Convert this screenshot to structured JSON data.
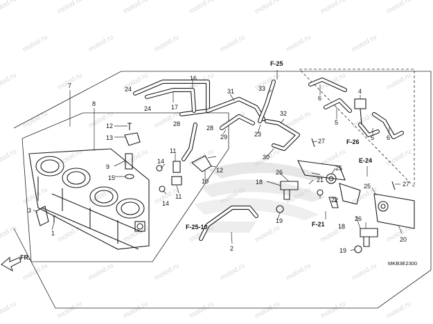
{
  "diagram": {
    "part_callouts": [
      "1",
      "2",
      "3",
      "4",
      "5",
      "6",
      "7",
      "8",
      "9",
      "10",
      "11",
      "12",
      "13",
      "14",
      "15",
      "16",
      "17",
      "18",
      "19",
      "20",
      "21",
      "22",
      "23",
      "24",
      "25",
      "26",
      "27",
      "28",
      "29",
      "30",
      "31",
      "32",
      "33"
    ],
    "reference_labels": [
      "F-25",
      "F-26",
      "E-24",
      "F-21",
      "F-25-10"
    ],
    "direction_label": "FR.",
    "drawing_code": "MKB3E2300",
    "watermark_text": "motod.ru"
  }
}
